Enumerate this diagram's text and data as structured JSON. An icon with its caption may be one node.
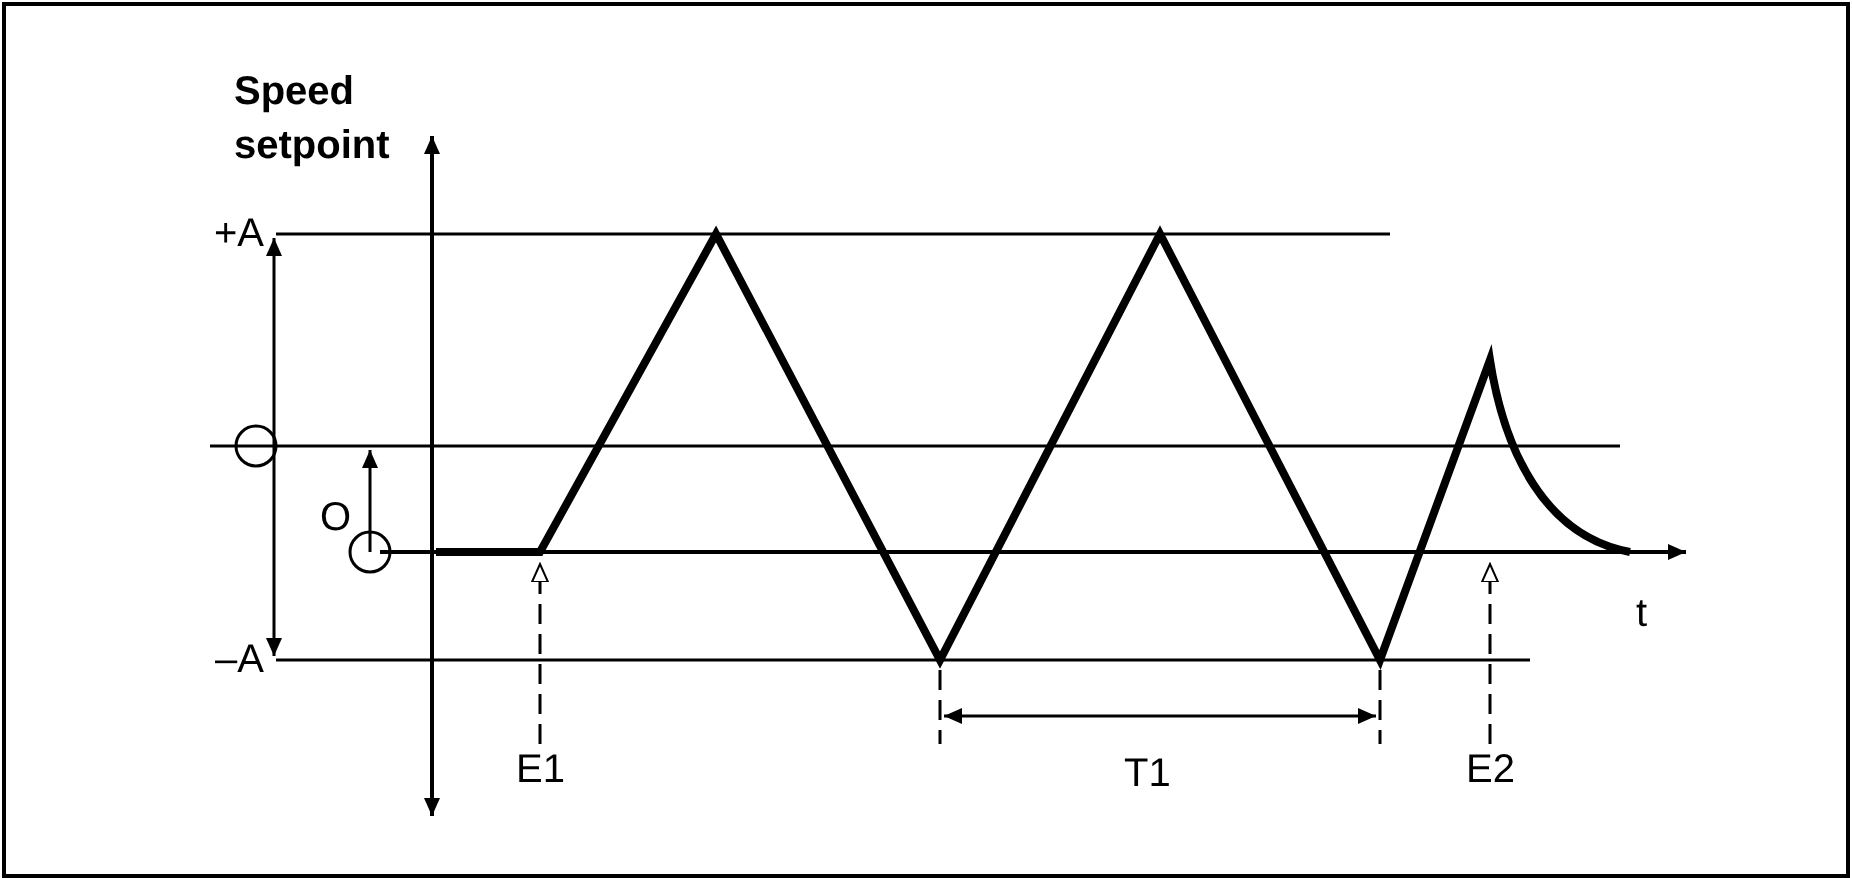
{
  "diagram": {
    "nodes": [
      {
        "text": [
          "E1"
        ]
      },
      {
        "text": [
          "E2"
        ]
      }
    ],
    "edges": [
      {
        "from": 0,
        "to": null,
        "arrow": "to",
        "style": "dashed"
      },
      {
        "from": 1,
        "to": null,
        "arrow": "to",
        "style": "dashed"
      }
    ],
    "labels": [
      "Speed setpoint",
      "+A",
      "O",
      "–A",
      "t",
      "T1"
    ]
  }
}
